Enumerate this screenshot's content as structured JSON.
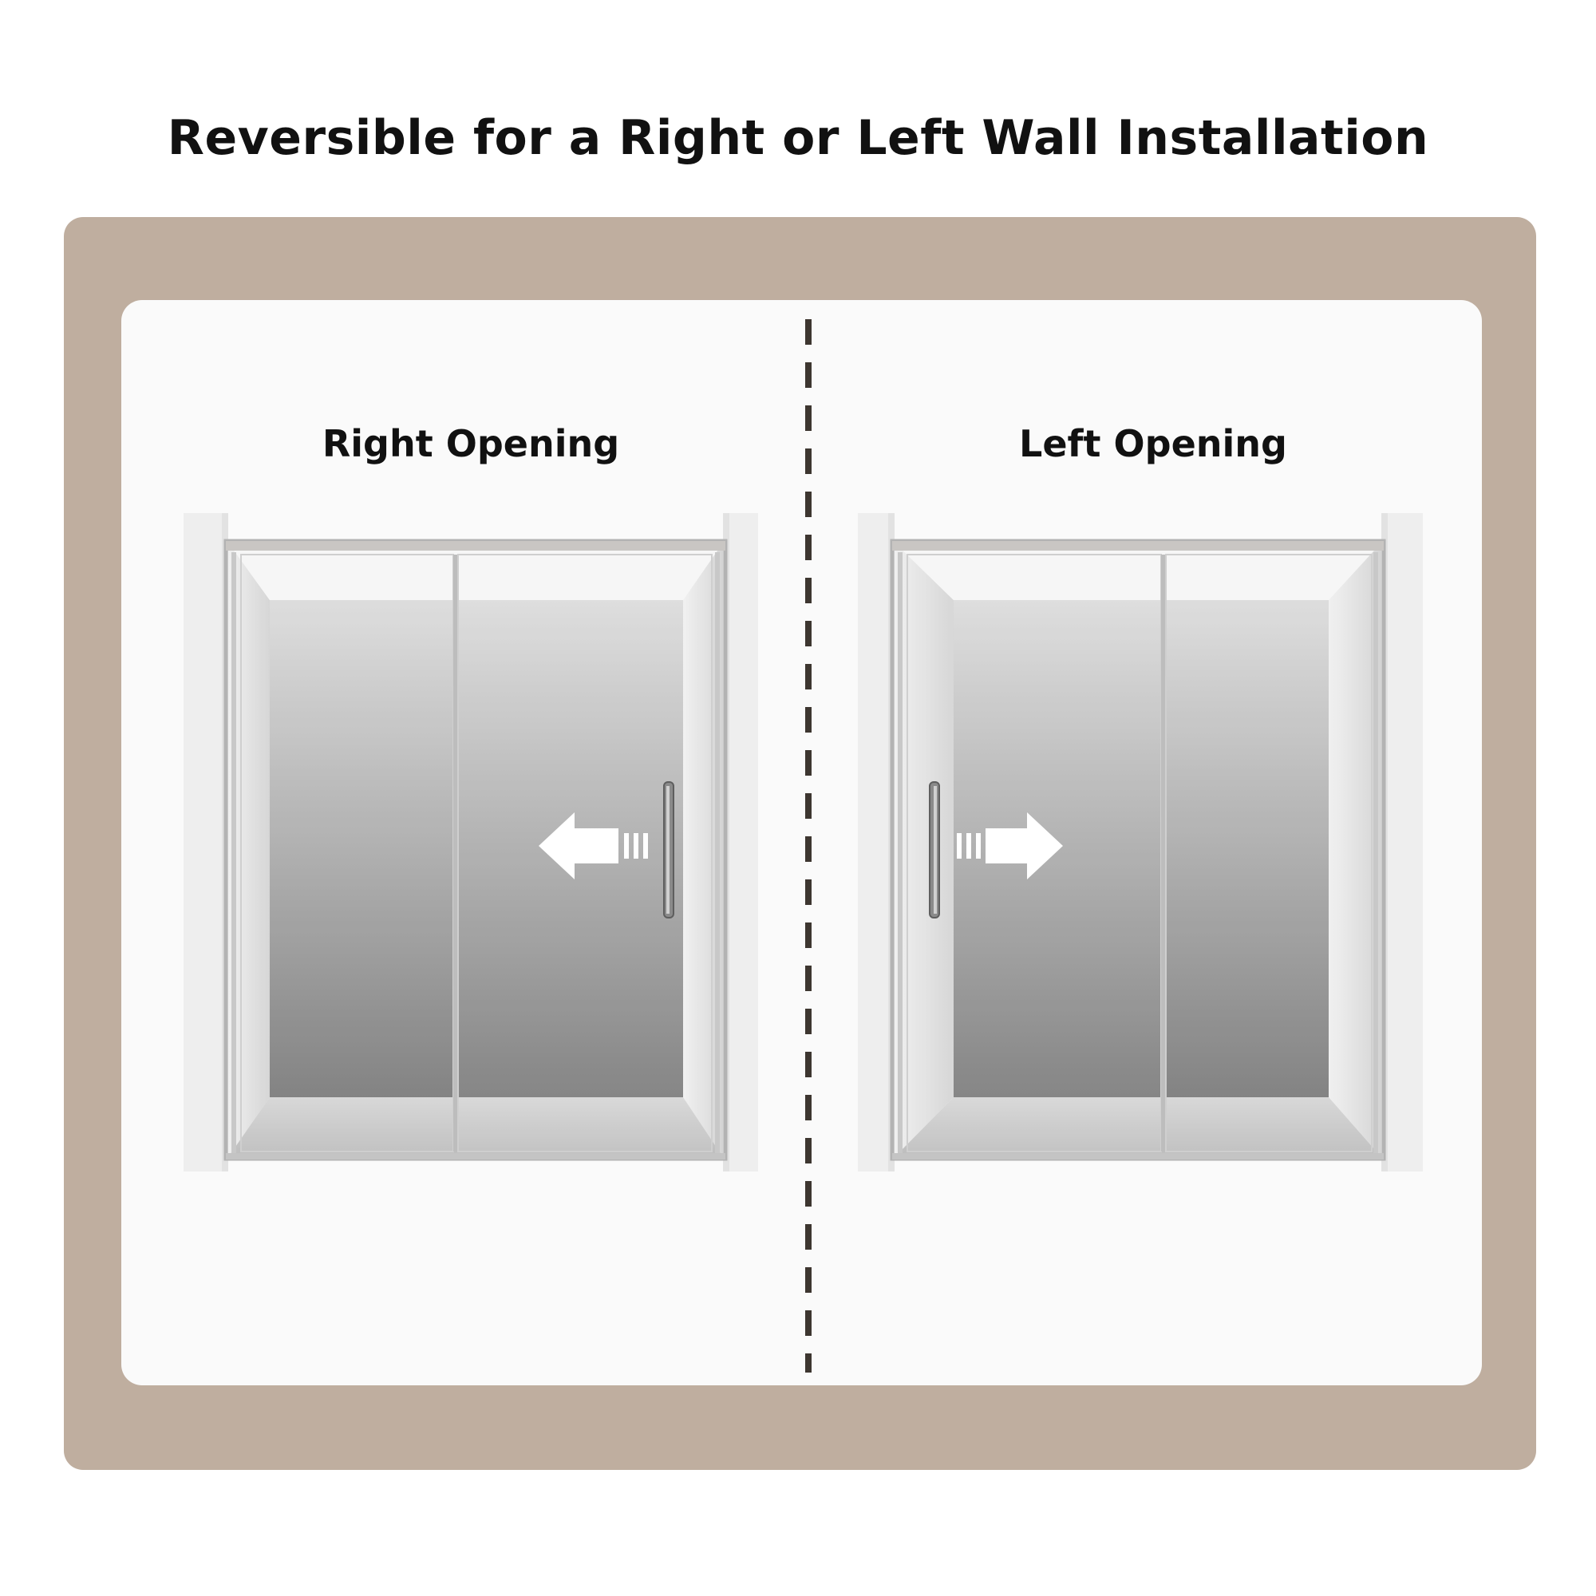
{
  "title": "Reversible for a Right or Left Wall Installation",
  "panels": [
    {
      "label": "Right Opening",
      "arrow_direction": "left",
      "handle_side": "right"
    },
    {
      "label": "Left Opening",
      "arrow_direction": "right",
      "handle_side": "left"
    }
  ],
  "colors": {
    "frame": "#bfae9f",
    "panel": "#fafafa",
    "divider": "#3d3630",
    "text": "#111111"
  },
  "icons": [
    "arrow-left-icon",
    "arrow-right-icon",
    "door-handle-icon"
  ]
}
